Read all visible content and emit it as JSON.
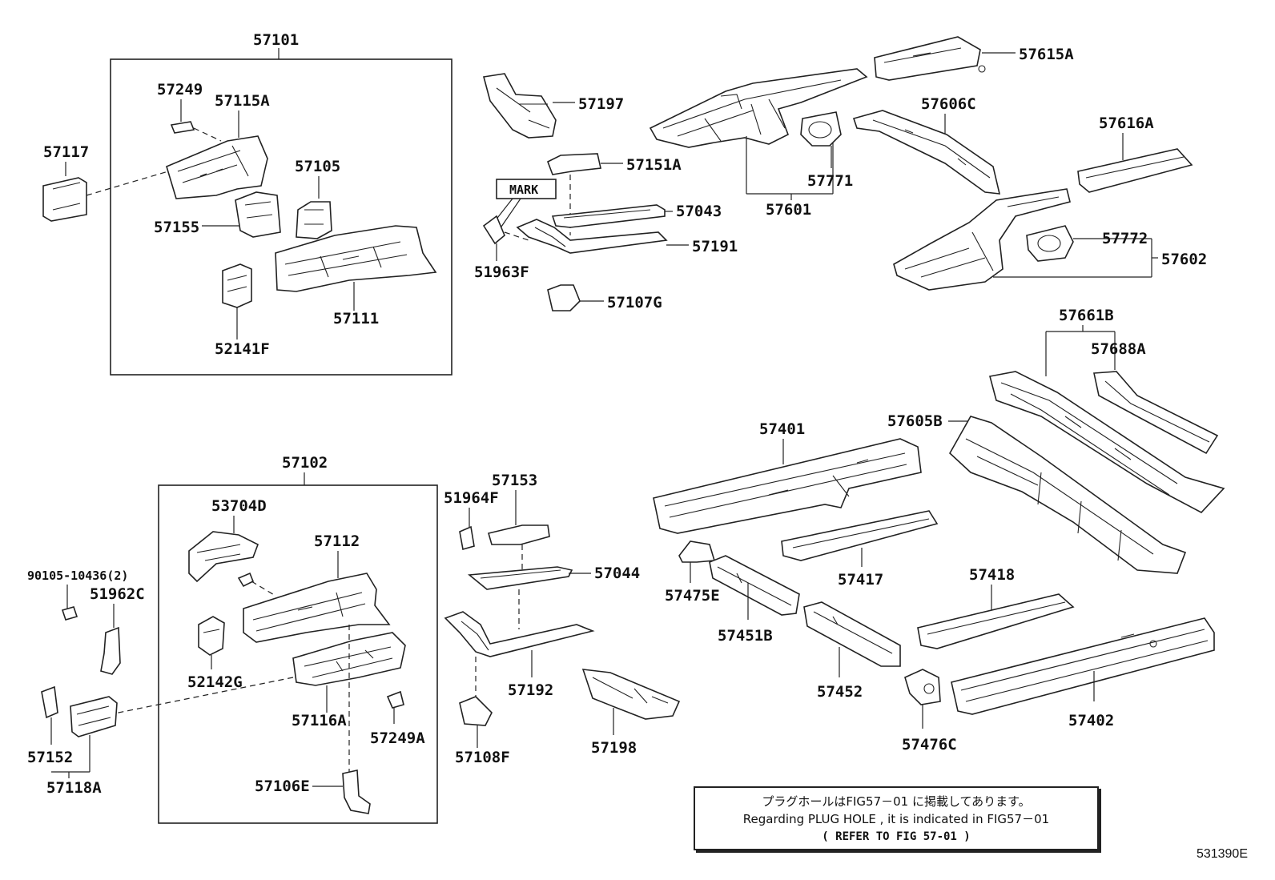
{
  "labels": {
    "a57101": "57101",
    "a57249": "57249",
    "a57115A": "57115A",
    "a57117": "57117",
    "a57105": "57105",
    "a57155": "57155",
    "a57111": "57111",
    "a52141F": "52141F",
    "a57197": "57197",
    "a57151A": "57151A",
    "mark": "MARK",
    "a57043": "57043",
    "a57191": "57191",
    "a51963F": "51963F",
    "a57107G": "57107G",
    "a57615A": "57615A",
    "a57606C": "57606C",
    "a57771": "57771",
    "a57601": "57601",
    "a57616A": "57616A",
    "a57772": "57772",
    "a57602": "57602",
    "a57661B": "57661B",
    "a57688A": "57688A",
    "a57605B": "57605B",
    "a57401": "57401",
    "a57102": "57102",
    "a53704D": "53704D",
    "a57112": "57112",
    "a90105": "90105-10436(2)",
    "a51962C": "51962C",
    "a52142G": "52142G",
    "a57116A": "57116A",
    "a57249A": "57249A",
    "a57152": "57152",
    "a57118A": "57118A",
    "a57106E": "57106E",
    "a51964F": "51964F",
    "a57153": "57153",
    "a57044": "57044",
    "a57192": "57192",
    "a57108F": "57108F",
    "a57198": "57198",
    "a57475E": "57475E",
    "a57451B": "57451B",
    "a57417": "57417",
    "a57418": "57418",
    "a57452": "57452",
    "a57476C": "57476C",
    "a57402": "57402"
  },
  "note": {
    "line1": "プラグホールはFIG57－01 に掲載してあります。",
    "line2": "Regarding  PLUG HOLE , it is  indicated  in  FIG57－01",
    "line3": "(    REFER TO FIG 57-01  )"
  },
  "figure_id": "531390E"
}
